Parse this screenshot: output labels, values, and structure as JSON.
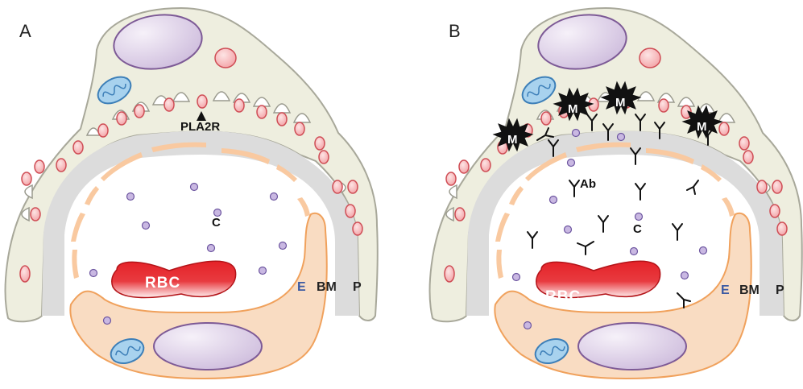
{
  "panels": [
    {
      "letter": "A",
      "labels": {
        "rbc": "RBC",
        "endothelium": "E",
        "basement_membrane": "BM",
        "podocyte": "P",
        "complement": "C",
        "antigen": "PLA2R"
      }
    },
    {
      "letter": "B",
      "labels": {
        "rbc": "RBC",
        "endothelium": "E",
        "basement_membrane": "BM",
        "podocyte": "P",
        "complement": "C",
        "antibody": "Ab",
        "mac": "M"
      }
    }
  ],
  "colors": {
    "podocyte_fill": "#eeeedf",
    "podocyte_stroke": "#a8a89a",
    "gbm": "#dcdcdc",
    "endothelium_fill": "#f9dcc2",
    "endothelium_stroke": "#f0a15c",
    "nucleus_fill": "#ddd0e6",
    "nucleus_stroke": "#7d5a96",
    "rbc_top": "#e52228",
    "rbc_bottom": "#fff2f2",
    "vesicle_fill": "#f5b0b0",
    "vesicle_stroke": "#cf4d55",
    "mito_fill": "#a8d2ee",
    "mito_stroke": "#3d7fb8",
    "dot_fill": "#c9b8e2",
    "dot_stroke": "#6d56a0",
    "mac_fill": "#111111"
  }
}
